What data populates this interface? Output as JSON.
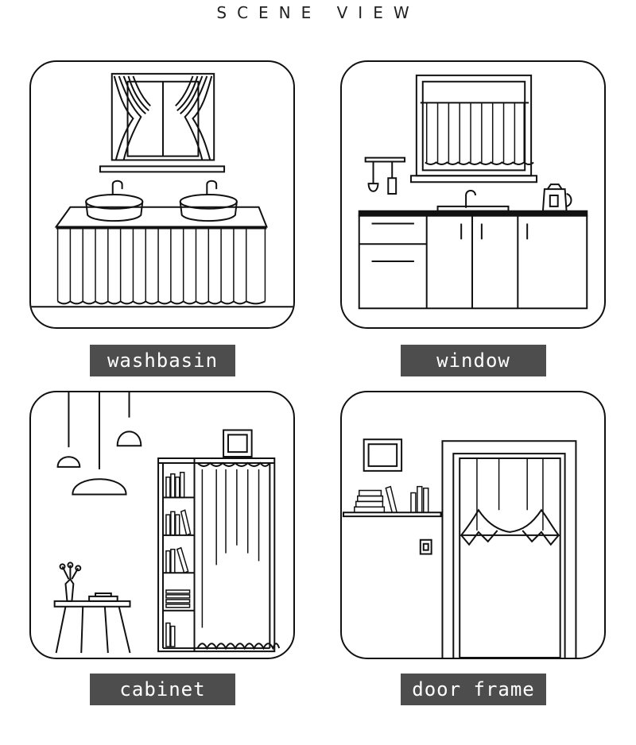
{
  "page": {
    "title": "SCENE VIEW"
  },
  "scenes": [
    {
      "label": "washbasin"
    },
    {
      "label": "window"
    },
    {
      "label": "cabinet"
    },
    {
      "label": "door frame"
    }
  ],
  "colors": {
    "line": "#111111",
    "label_bg": "#4d4d4d",
    "label_text": "#ffffff"
  }
}
